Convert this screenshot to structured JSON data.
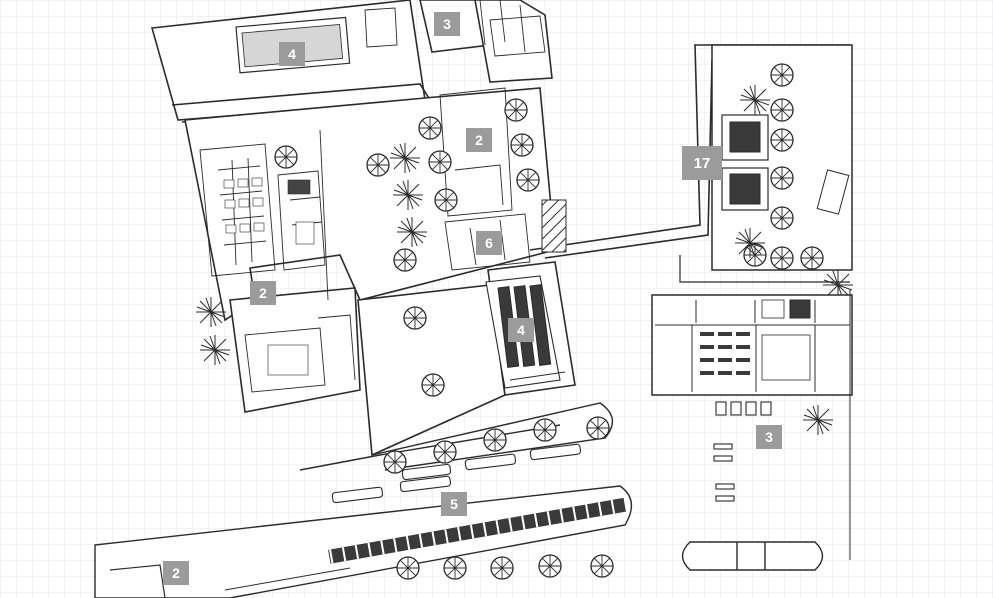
{
  "colors": {
    "background": "#ffffff",
    "grid": "#dfe6ee",
    "ink": "#2b2b2b",
    "label_fill": "#9b9b9b",
    "shade": "#cfcfcf"
  },
  "labels": [
    {
      "id": "pool",
      "text": "4"
    },
    {
      "id": "north-wing",
      "text": "3"
    },
    {
      "id": "courtyard-east",
      "text": "2"
    },
    {
      "id": "annex",
      "text": "17"
    },
    {
      "id": "central-block",
      "text": "6"
    },
    {
      "id": "west-wing",
      "text": "2"
    },
    {
      "id": "long-hall",
      "text": "4"
    },
    {
      "id": "east-field",
      "text": "3"
    },
    {
      "id": "parking",
      "text": "5"
    },
    {
      "id": "south-west",
      "text": "2"
    }
  ],
  "icons": [
    "tree-symbol-icon",
    "shrub-symbol-icon"
  ]
}
